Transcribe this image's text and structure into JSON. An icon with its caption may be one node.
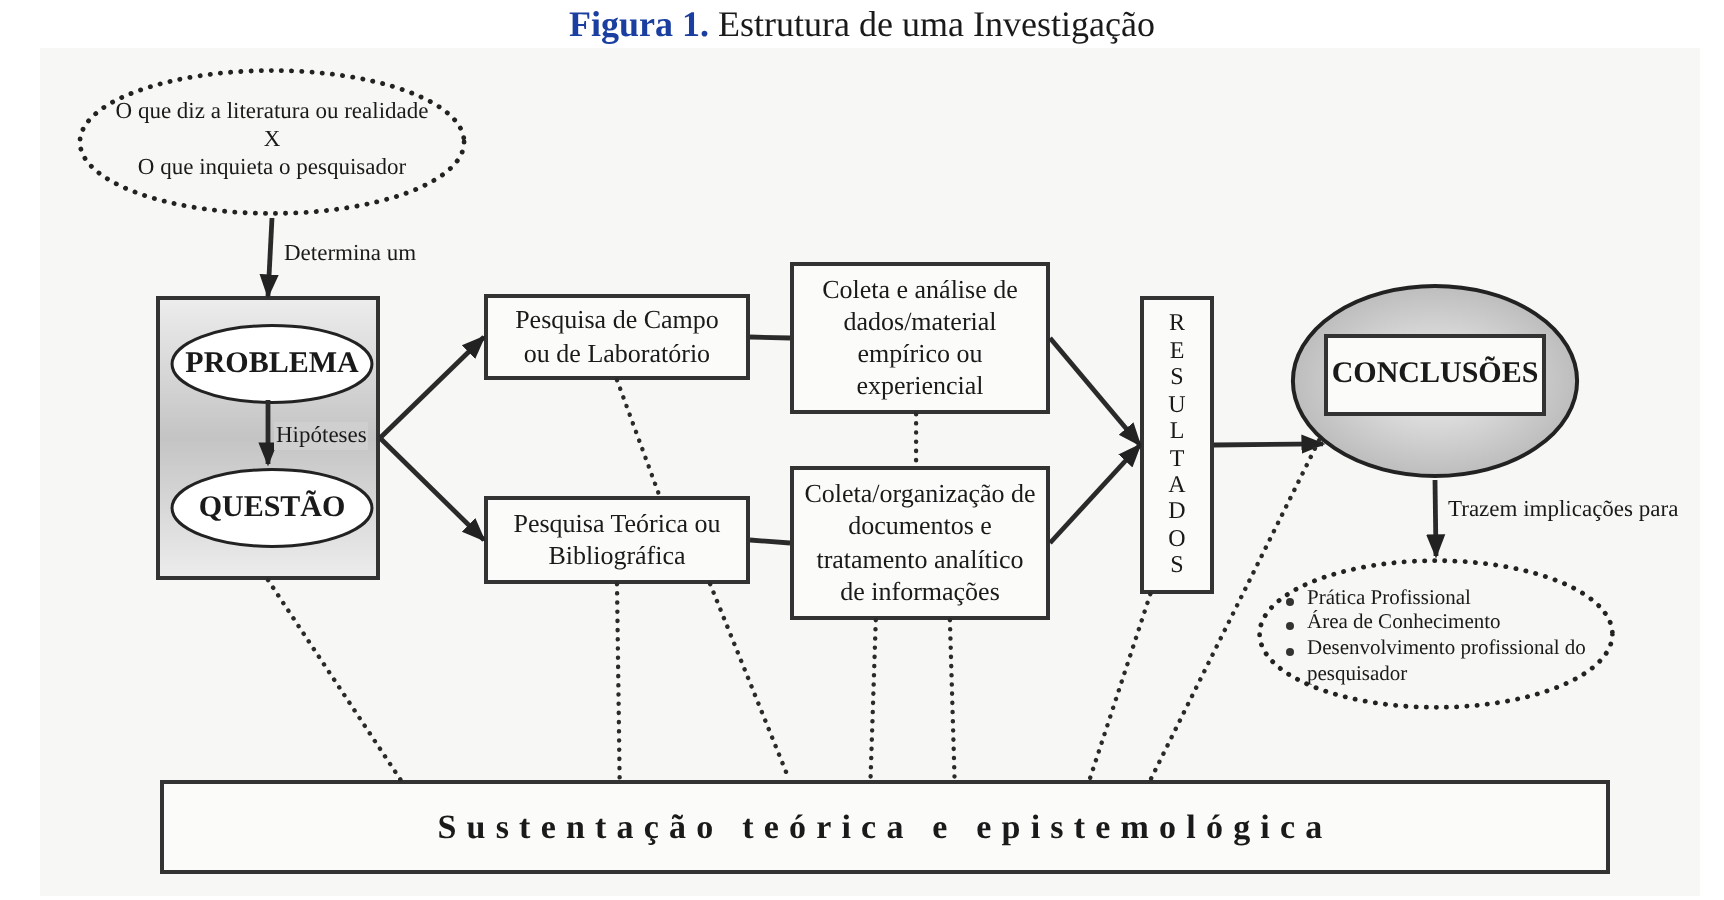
{
  "diagram": {
    "title": "**Figura 1.** Estrutura de uma Investigação",
    "nodes": [
      {
        "text": [
          "O que diz a literatura ou realidade",
          "X",
          "O que inquieta o pesquisador"
        ]
      },
      {
        "text": [],
        "shape": "box"
      },
      {
        "text": [
          "PROBLEMA"
        ],
        "in": 1
      },
      {
        "text": [
          "QUESTÃO"
        ],
        "in": 1
      },
      {
        "text": [
          "Pesquisa de Campo ou de Laboratório"
        ]
      },
      {
        "text": [
          "Pesquisa Teórica ou Bibliográfica"
        ]
      },
      {
        "text": [
          "Coleta e análise de dados/material empírico ou experiencial"
        ]
      },
      {
        "text": [
          "Coleta/organização de documentos e tratamento analítico de informações"
        ]
      },
      {
        "text": [
          "RESULTADOS"
        ]
      },
      {
        "text": [],
        "shape": "ellipse"
      },
      {
        "text": [
          "CONCLUSÕES"
        ],
        "in": 9
      },
      {
        "text": [
          "Prática Profissional",
          "Área de Conhecimento",
          "Desenvolvimento profissional do pesquisador"
        ]
      },
      {
        "text": [
          "Sustentação teórica e epistemológica"
        ]
      }
    ],
    "edges": [
      {
        "from": 0,
        "to": 1,
        "arrow": "to",
        "label": "Determina um"
      },
      {
        "from": 2,
        "to": 3,
        "arrow": "to",
        "label": "Hipóteses"
      },
      {
        "from": 1,
        "to": 4,
        "arrow": "to"
      },
      {
        "from": 1,
        "to": 5,
        "arrow": "to"
      },
      {
        "from": 4,
        "to": 6,
        "arrow": "none"
      },
      {
        "from": 5,
        "to": 7,
        "arrow": "none"
      },
      {
        "from": 6,
        "to": 8,
        "arrow": "to"
      },
      {
        "from": 7,
        "to": 8,
        "arrow": "to"
      },
      {
        "from": 8,
        "to": 9,
        "arrow": "to"
      },
      {
        "from": 9,
        "to": 11,
        "arrow": "to",
        "label": "Trazem implicações para"
      },
      {
        "from": 1,
        "to": 12,
        "arrow": "none",
        "style": "dashed"
      },
      {
        "from": 5,
        "to": 12,
        "arrow": "none",
        "style": "dashed"
      },
      {
        "from": 5,
        "to": 12,
        "arrow": "none",
        "style": "dashed"
      },
      {
        "from": 7,
        "to": 12,
        "arrow": "none",
        "style": "dashed"
      },
      {
        "from": 7,
        "to": 12,
        "arrow": "none",
        "style": "dashed"
      },
      {
        "from": 8,
        "to": 12,
        "arrow": "none",
        "style": "dashed"
      },
      {
        "from": 9,
        "to": 12,
        "arrow": "none",
        "style": "dashed"
      },
      {
        "from": 4,
        "to": 5,
        "arrow": "none",
        "style": "dashed"
      },
      {
        "from": 6,
        "to": 7,
        "arrow": "none",
        "style": "dashed"
      }
    ]
  }
}
